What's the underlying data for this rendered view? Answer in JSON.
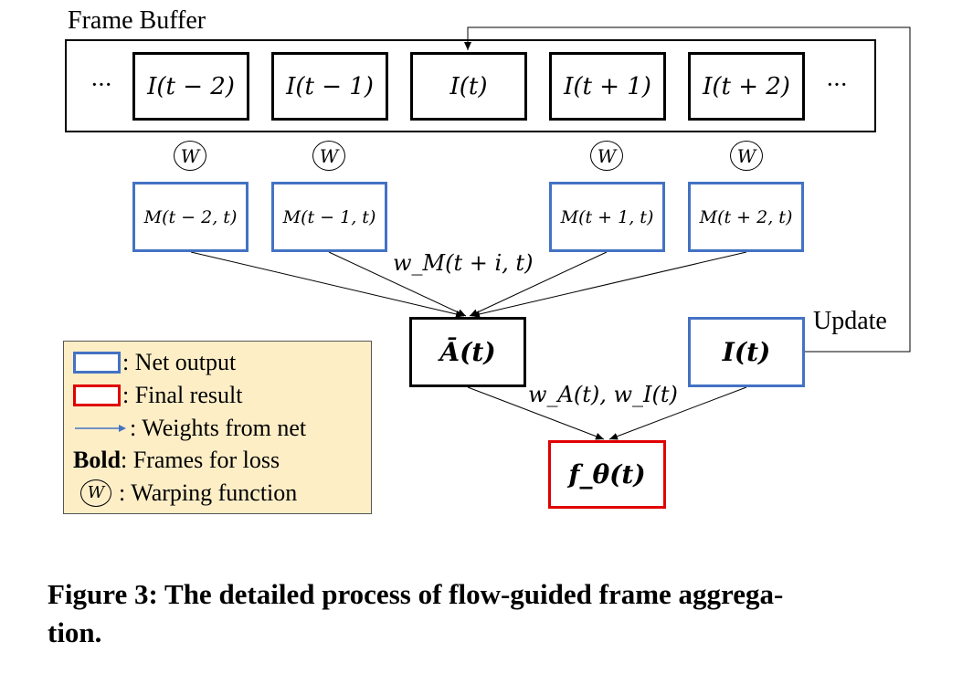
{
  "diagram": {
    "buffer_title": "Frame Buffer",
    "ellipsis": "···",
    "frames": [
      "I(t − 2)",
      "I(t − 1)",
      "I(t)",
      "I(t + 1)",
      "I(t + 2)"
    ],
    "warp_symbol": "W",
    "motions": [
      "M(t − 2, t)",
      "M(t − 1, t)",
      "M(t + 1, t)",
      "M(t + 2, t)"
    ],
    "motion_weight_label": "w_M(t + i, t)",
    "aggregated_label": "Ā(t)",
    "current_label": "I(t)",
    "output_weight_label": "w_A(t), w_I(t)",
    "final_label": "f_θ(t)",
    "update_label": "Update"
  },
  "legend": {
    "net_output": ": Net output",
    "final_result": ": Final result",
    "weights": ": Weights from net",
    "bold_prefix": "Bold",
    "bold_text": ": Frames for loss",
    "warping_symbol": "W",
    "warping": ": Warping function"
  },
  "caption": {
    "line1": "Figure 3: The detailed process of flow-guided frame aggrega-",
    "line2": "tion."
  },
  "colors": {
    "net_output": "#4472c4",
    "final_result": "#e00000",
    "legend_bg": "#fdeec6",
    "weights_arrow": "#4472c4"
  }
}
